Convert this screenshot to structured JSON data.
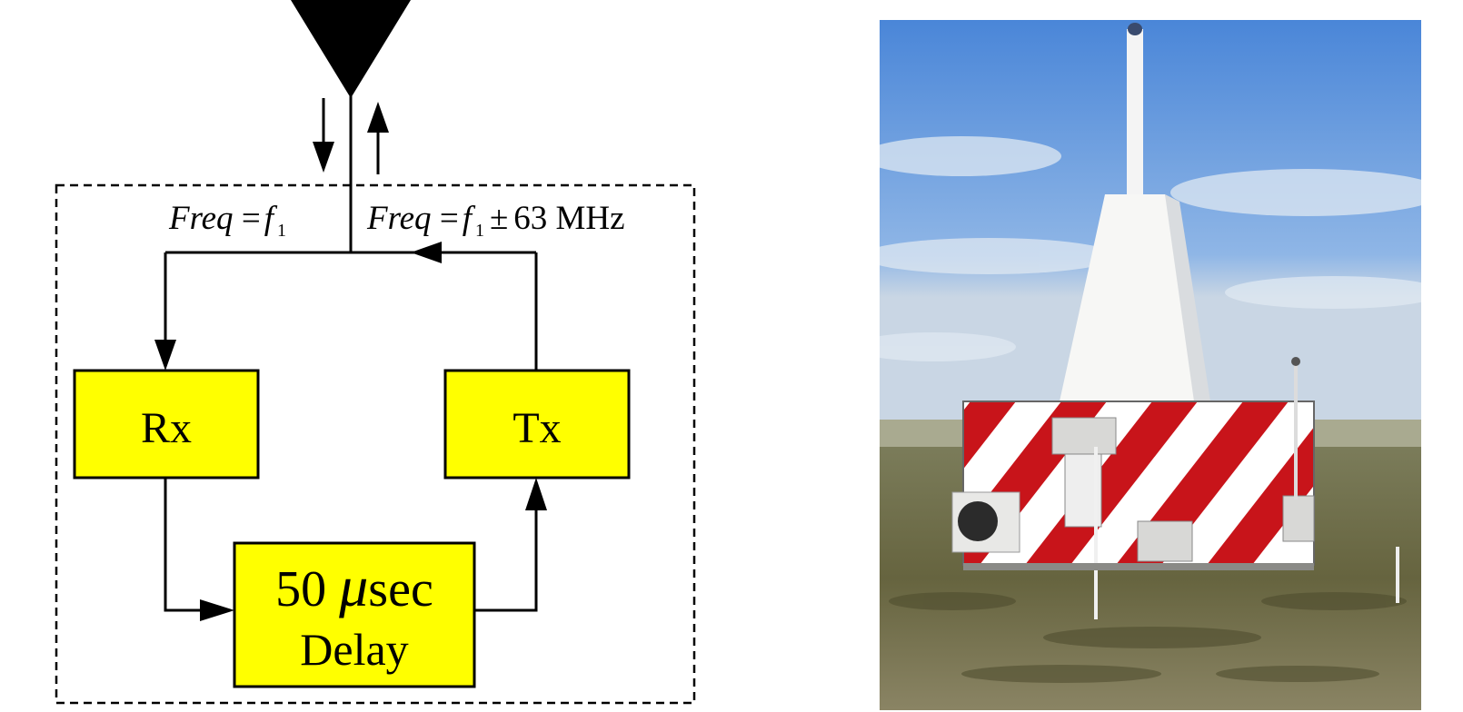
{
  "diagram": {
    "rx_label": "Rx",
    "tx_label": "Tx",
    "delay_value": "50",
    "delay_unit_symbol": "μ",
    "delay_unit": "sec",
    "delay_word": "Delay",
    "freq_down": {
      "var": "Freq",
      "eq": " =",
      "f": "f",
      "sub": "1"
    },
    "freq_up": {
      "var": "Freq",
      "eq": " =",
      "f": "f",
      "sub": "1",
      "pm": "±",
      "value": "63 MHz"
    }
  },
  "colors": {
    "box_fill": "#ffff00",
    "line": "#000000",
    "stripe_red": "#c8141a",
    "sky": "#5b8fd6",
    "ground": "#6f6a4c"
  },
  "photo": {
    "subject": "beacon-tower-photo"
  }
}
